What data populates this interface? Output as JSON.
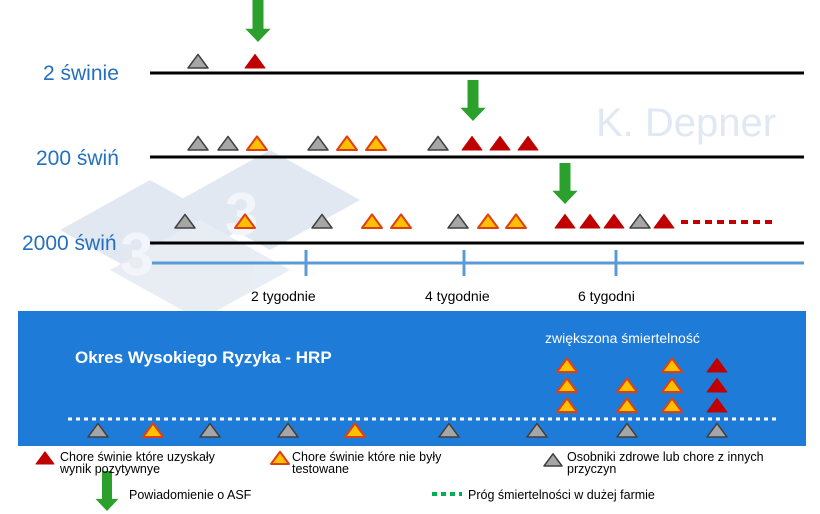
{
  "watermark": "K. Depner",
  "herds": [
    {
      "label": "2 świnie"
    },
    {
      "label": "200 świń"
    },
    {
      "label": "2000 świń"
    }
  ],
  "ticks": [
    "2 tygodnie",
    "4 tygodnie",
    "6 tygodni"
  ],
  "hrp": {
    "title": "Okres Wysokiego Ryzyka - HRP",
    "mortality_label": "zwiększona śmiertelność"
  },
  "legend": {
    "red": [
      "Chore świnie które uzyskały",
      "wynik pozytywnye"
    ],
    "orange": [
      "Chore świnie które nie były",
      "testowane"
    ],
    "grey": [
      "Osobniki zdrowe lub chore z innych",
      "przyczyn"
    ],
    "arrow": "Powiadomienie o ASF",
    "dotted": "Próg śmiertelności w dużej farmie"
  },
  "colors": {
    "herd_label": "#2470be",
    "timeline": "#5b9bd5",
    "hrp_background": "#1f7bd8",
    "red_triangle": "#c00000",
    "orange_triangle": "#ffc000",
    "orange_outline": "#e04010",
    "grey_triangle": "#a6a6a6",
    "arrow": "#2ca02c",
    "mortality_threshold_red": "#c00000",
    "mortality_threshold_white": "#ffffff",
    "mortality_threshold_green": "#00b050"
  }
}
